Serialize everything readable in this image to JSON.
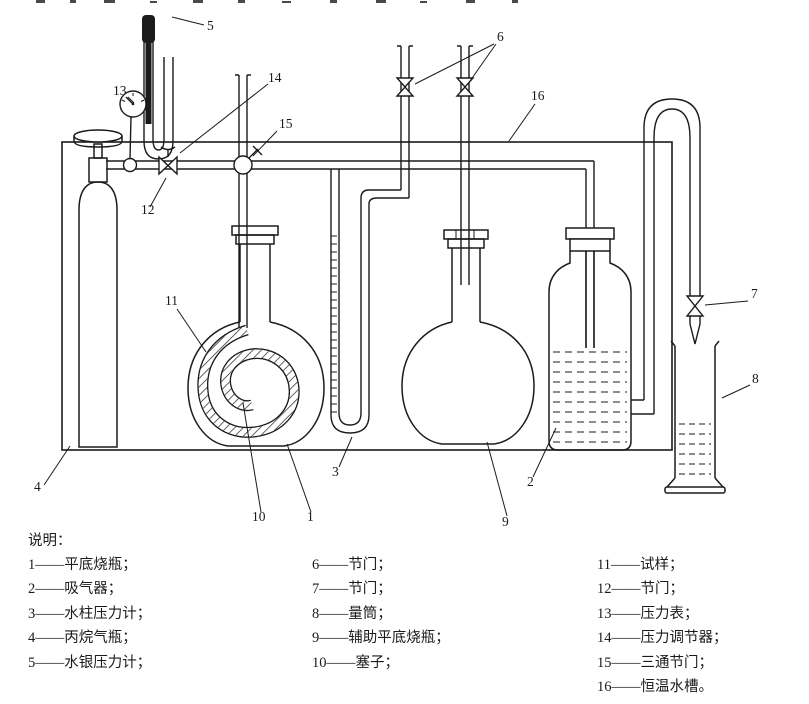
{
  "page": {
    "background": "#ffffff",
    "ink": "#1b1b1b"
  },
  "diagram": {
    "callouts": {
      "c1": "1",
      "c2": "2",
      "c3": "3",
      "c4": "4",
      "c5": "5",
      "c6": "6",
      "c7": "7",
      "c8": "8",
      "c9": "9",
      "c10": "10",
      "c11": "11",
      "c12": "12",
      "c13": "13",
      "c14": "14",
      "c15": "15",
      "c16": "16"
    }
  },
  "legend": {
    "heading": "说明：",
    "columns": [
      {
        "items": [
          {
            "text": "1——平底烧瓶；"
          },
          {
            "text": "2——吸气器；"
          },
          {
            "text": "3——水柱压力计；"
          },
          {
            "text": "4——丙烷气瓶；"
          },
          {
            "text": "5——水银压力计；"
          }
        ]
      },
      {
        "items": [
          {
            "text": "6——节门；"
          },
          {
            "text": "7——节门；"
          },
          {
            "text": "8——量筒；"
          },
          {
            "text": "9——辅助平底烧瓶；"
          },
          {
            "text": "10——塞子；"
          }
        ]
      },
      {
        "items": [
          {
            "text": "11——试样；"
          },
          {
            "text": "12——节门；"
          },
          {
            "text": "13——压力表；"
          },
          {
            "text": "14——压力调节器；"
          },
          {
            "text": "15——三通节门；"
          },
          {
            "text": "16——恒温水槽。"
          }
        ]
      }
    ]
  }
}
